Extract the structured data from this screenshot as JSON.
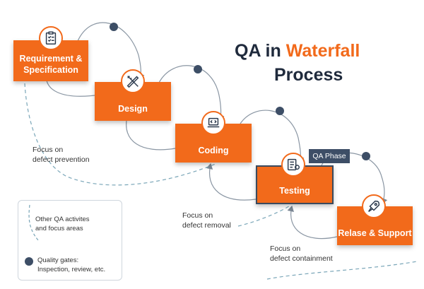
{
  "title": {
    "part1": "QA in ",
    "accent": "Waterfall",
    "part2": "Process"
  },
  "phases": [
    {
      "label_line1": "Requirement &",
      "label_line2": "Specification",
      "icon": "clipboard-checklist-icon"
    },
    {
      "label": "Design",
      "icon": "pencil-ruler-icon"
    },
    {
      "label": "Coding",
      "icon": "laptop-code-icon"
    },
    {
      "label": "Testing",
      "icon": "checklist-gear-icon"
    },
    {
      "label": "Relase & Support",
      "icon": "rocket-icon"
    }
  ],
  "qa_phase_label": "QA Phase",
  "focus_notes": [
    {
      "line1": "Focus on",
      "line2": "defect prevention"
    },
    {
      "line1": "Focus on",
      "line2": "defect removal"
    },
    {
      "line1": "Focus on",
      "line2": "defect containment"
    }
  ],
  "legend": {
    "dashed_line1": "Other QA activites",
    "dashed_line2": "and focus areas",
    "dot_line1": "Quality gates:",
    "dot_line2": "Inspection, review, etc."
  },
  "colors": {
    "accent": "#f26a1b",
    "dark": "#3d4e66",
    "title": "#1f2a3c",
    "dashed": "#7aa6b8"
  }
}
